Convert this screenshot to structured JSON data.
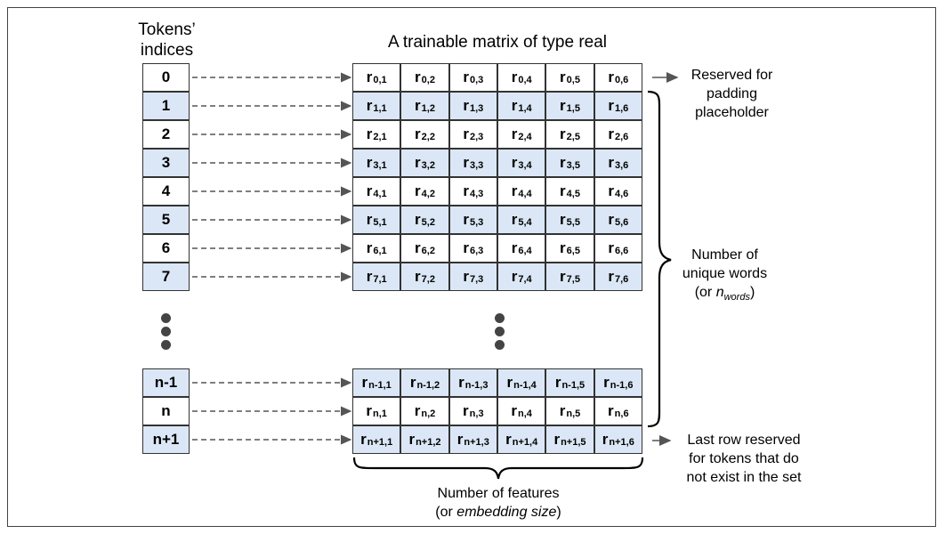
{
  "header": {
    "index_label_line1": "Tokens’",
    "index_label_line2": "indices",
    "matrix_title": "A trainable matrix of type real"
  },
  "rows": [
    {
      "index": "0",
      "sub": "0"
    },
    {
      "index": "1",
      "sub": "1"
    },
    {
      "index": "2",
      "sub": "2"
    },
    {
      "index": "3",
      "sub": "3"
    },
    {
      "index": "4",
      "sub": "4"
    },
    {
      "index": "5",
      "sub": "5"
    },
    {
      "index": "6",
      "sub": "6"
    },
    {
      "index": "7",
      "sub": "7"
    },
    {
      "index": "n-1",
      "sub": "n-1"
    },
    {
      "index": "n",
      "sub": "n"
    },
    {
      "index": "n+1",
      "sub": "n+1"
    }
  ],
  "column_subs": [
    "1",
    "2",
    "3",
    "4",
    "5",
    "6"
  ],
  "cell_symbol": "r",
  "annotations": {
    "reserved_line1": "Reserved for",
    "reserved_line2": "padding",
    "reserved_line3": "placeholder",
    "unique_line1": "Number of",
    "unique_line2": "unique words",
    "unique_line3_prefix": "(or ",
    "unique_var": "n",
    "unique_var_sub": "words",
    "unique_line3_suffix": ")",
    "last_line1": "Last row reserved",
    "last_line2": "for tokens that do",
    "last_line3": "not exist in the set",
    "features_line1": "Number of features",
    "features_line2_prefix": "(or ",
    "features_italic": "embedding size",
    "features_line2_suffix": ")"
  },
  "colors": {
    "row_fill_blue": "#dbe7f6",
    "row_fill_white": "#ffffff",
    "line": "#555555"
  }
}
